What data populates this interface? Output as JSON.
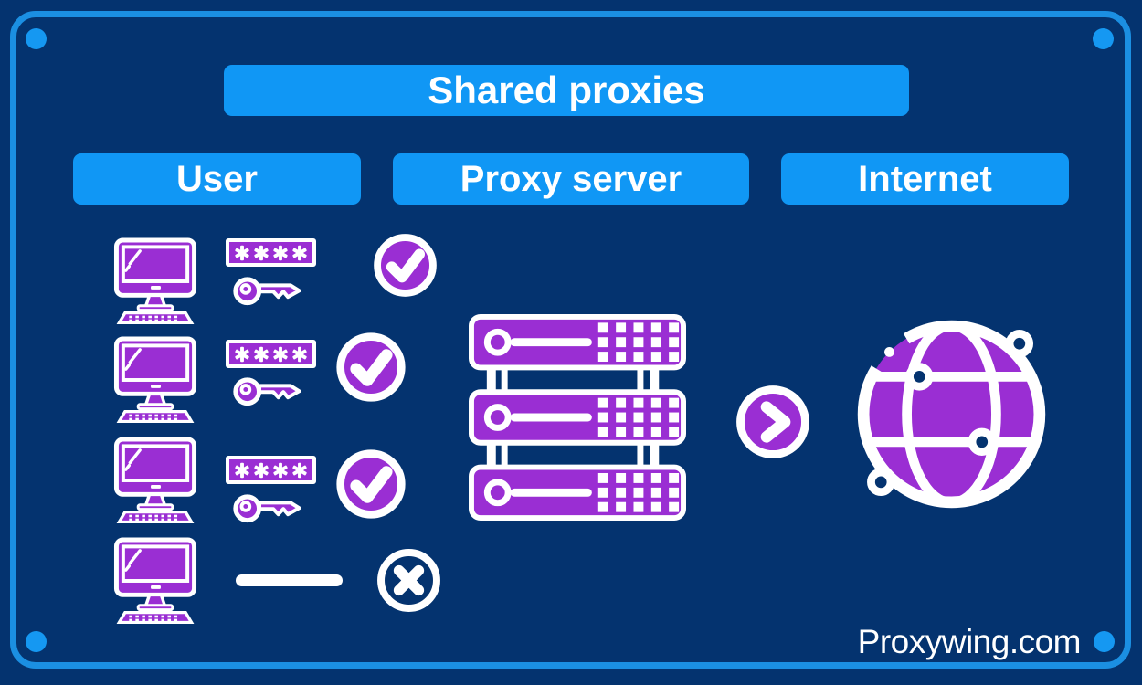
{
  "title": "Shared proxies",
  "columns": [
    {
      "id": "user",
      "label": "User"
    },
    {
      "id": "proxy-server",
      "label": "Proxy server"
    },
    {
      "id": "internet",
      "label": "Internet"
    }
  ],
  "users": [
    {
      "device": "desktop-computer",
      "credential": {
        "password_mask": "****",
        "key": "key-icon"
      },
      "access": "granted",
      "status_icon": "check-circle"
    },
    {
      "device": "desktop-computer",
      "credential": {
        "password_mask": "****",
        "key": "key-icon"
      },
      "access": "granted",
      "status_icon": "check-circle"
    },
    {
      "device": "desktop-computer",
      "credential": {
        "password_mask": "****",
        "key": "key-icon"
      },
      "access": "granted",
      "status_icon": "check-circle"
    },
    {
      "device": "desktop-computer",
      "credential": {
        "password_mask": "",
        "key": "none"
      },
      "access": "denied",
      "status_icon": "cross-circle"
    }
  ],
  "proxy_server": {
    "icon": "server-rack",
    "units": 3
  },
  "flow": {
    "icon": "chevron-right-circle",
    "direction": "proxy-to-internet"
  },
  "internet": {
    "icon": "globe-network"
  },
  "brand": "Proxywing.com",
  "colors": {
    "background": "#04336f",
    "frame_border": "#1b8fe2",
    "accent_blue": "#1097f5",
    "corner_dot": "#1598f2",
    "icon_purple": "#9a2ed3",
    "icon_white": "#ffffff"
  }
}
